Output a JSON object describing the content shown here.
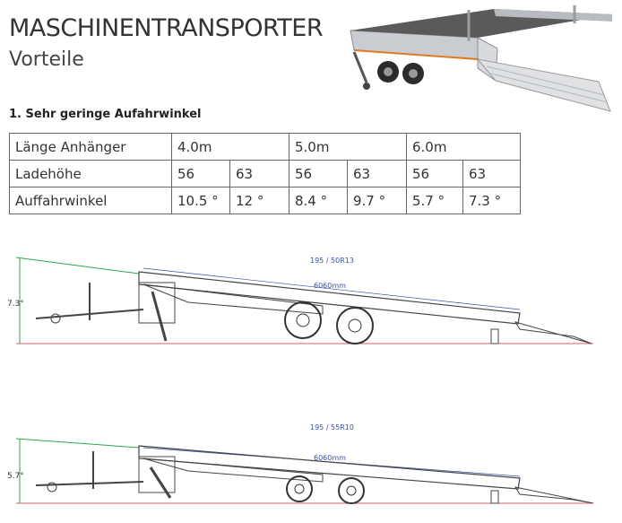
{
  "header": {
    "title": "MASCHINENTRANSPORTER",
    "subtitle": "Vorteile"
  },
  "section_title": "1. Sehr geringe Aufahrwinkel",
  "table": {
    "row_labels": [
      "Länge Anhänger",
      "Ladehöhe",
      "Auffahrwinkel"
    ],
    "lengths": [
      "4.0m",
      "5.0m",
      "6.0m"
    ],
    "heights": [
      "56",
      "63",
      "56",
      "63",
      "56",
      "63"
    ],
    "angles": [
      "10.5 °",
      "12 °",
      "8.4 °",
      "9.7 °",
      "5.7 °",
      "7.3 °"
    ]
  },
  "drawings": [
    {
      "angle": "7.3°",
      "tire": "195 / 50R13",
      "length": "6060mm"
    },
    {
      "angle": "5.7°",
      "tire": "195 / 55R10",
      "length": "6060mm"
    }
  ],
  "colors": {
    "angle_line": "#2aa84a",
    "ground_line": "#d06060",
    "dimension_text": "#3a4fb0",
    "table_border": "#666666"
  }
}
